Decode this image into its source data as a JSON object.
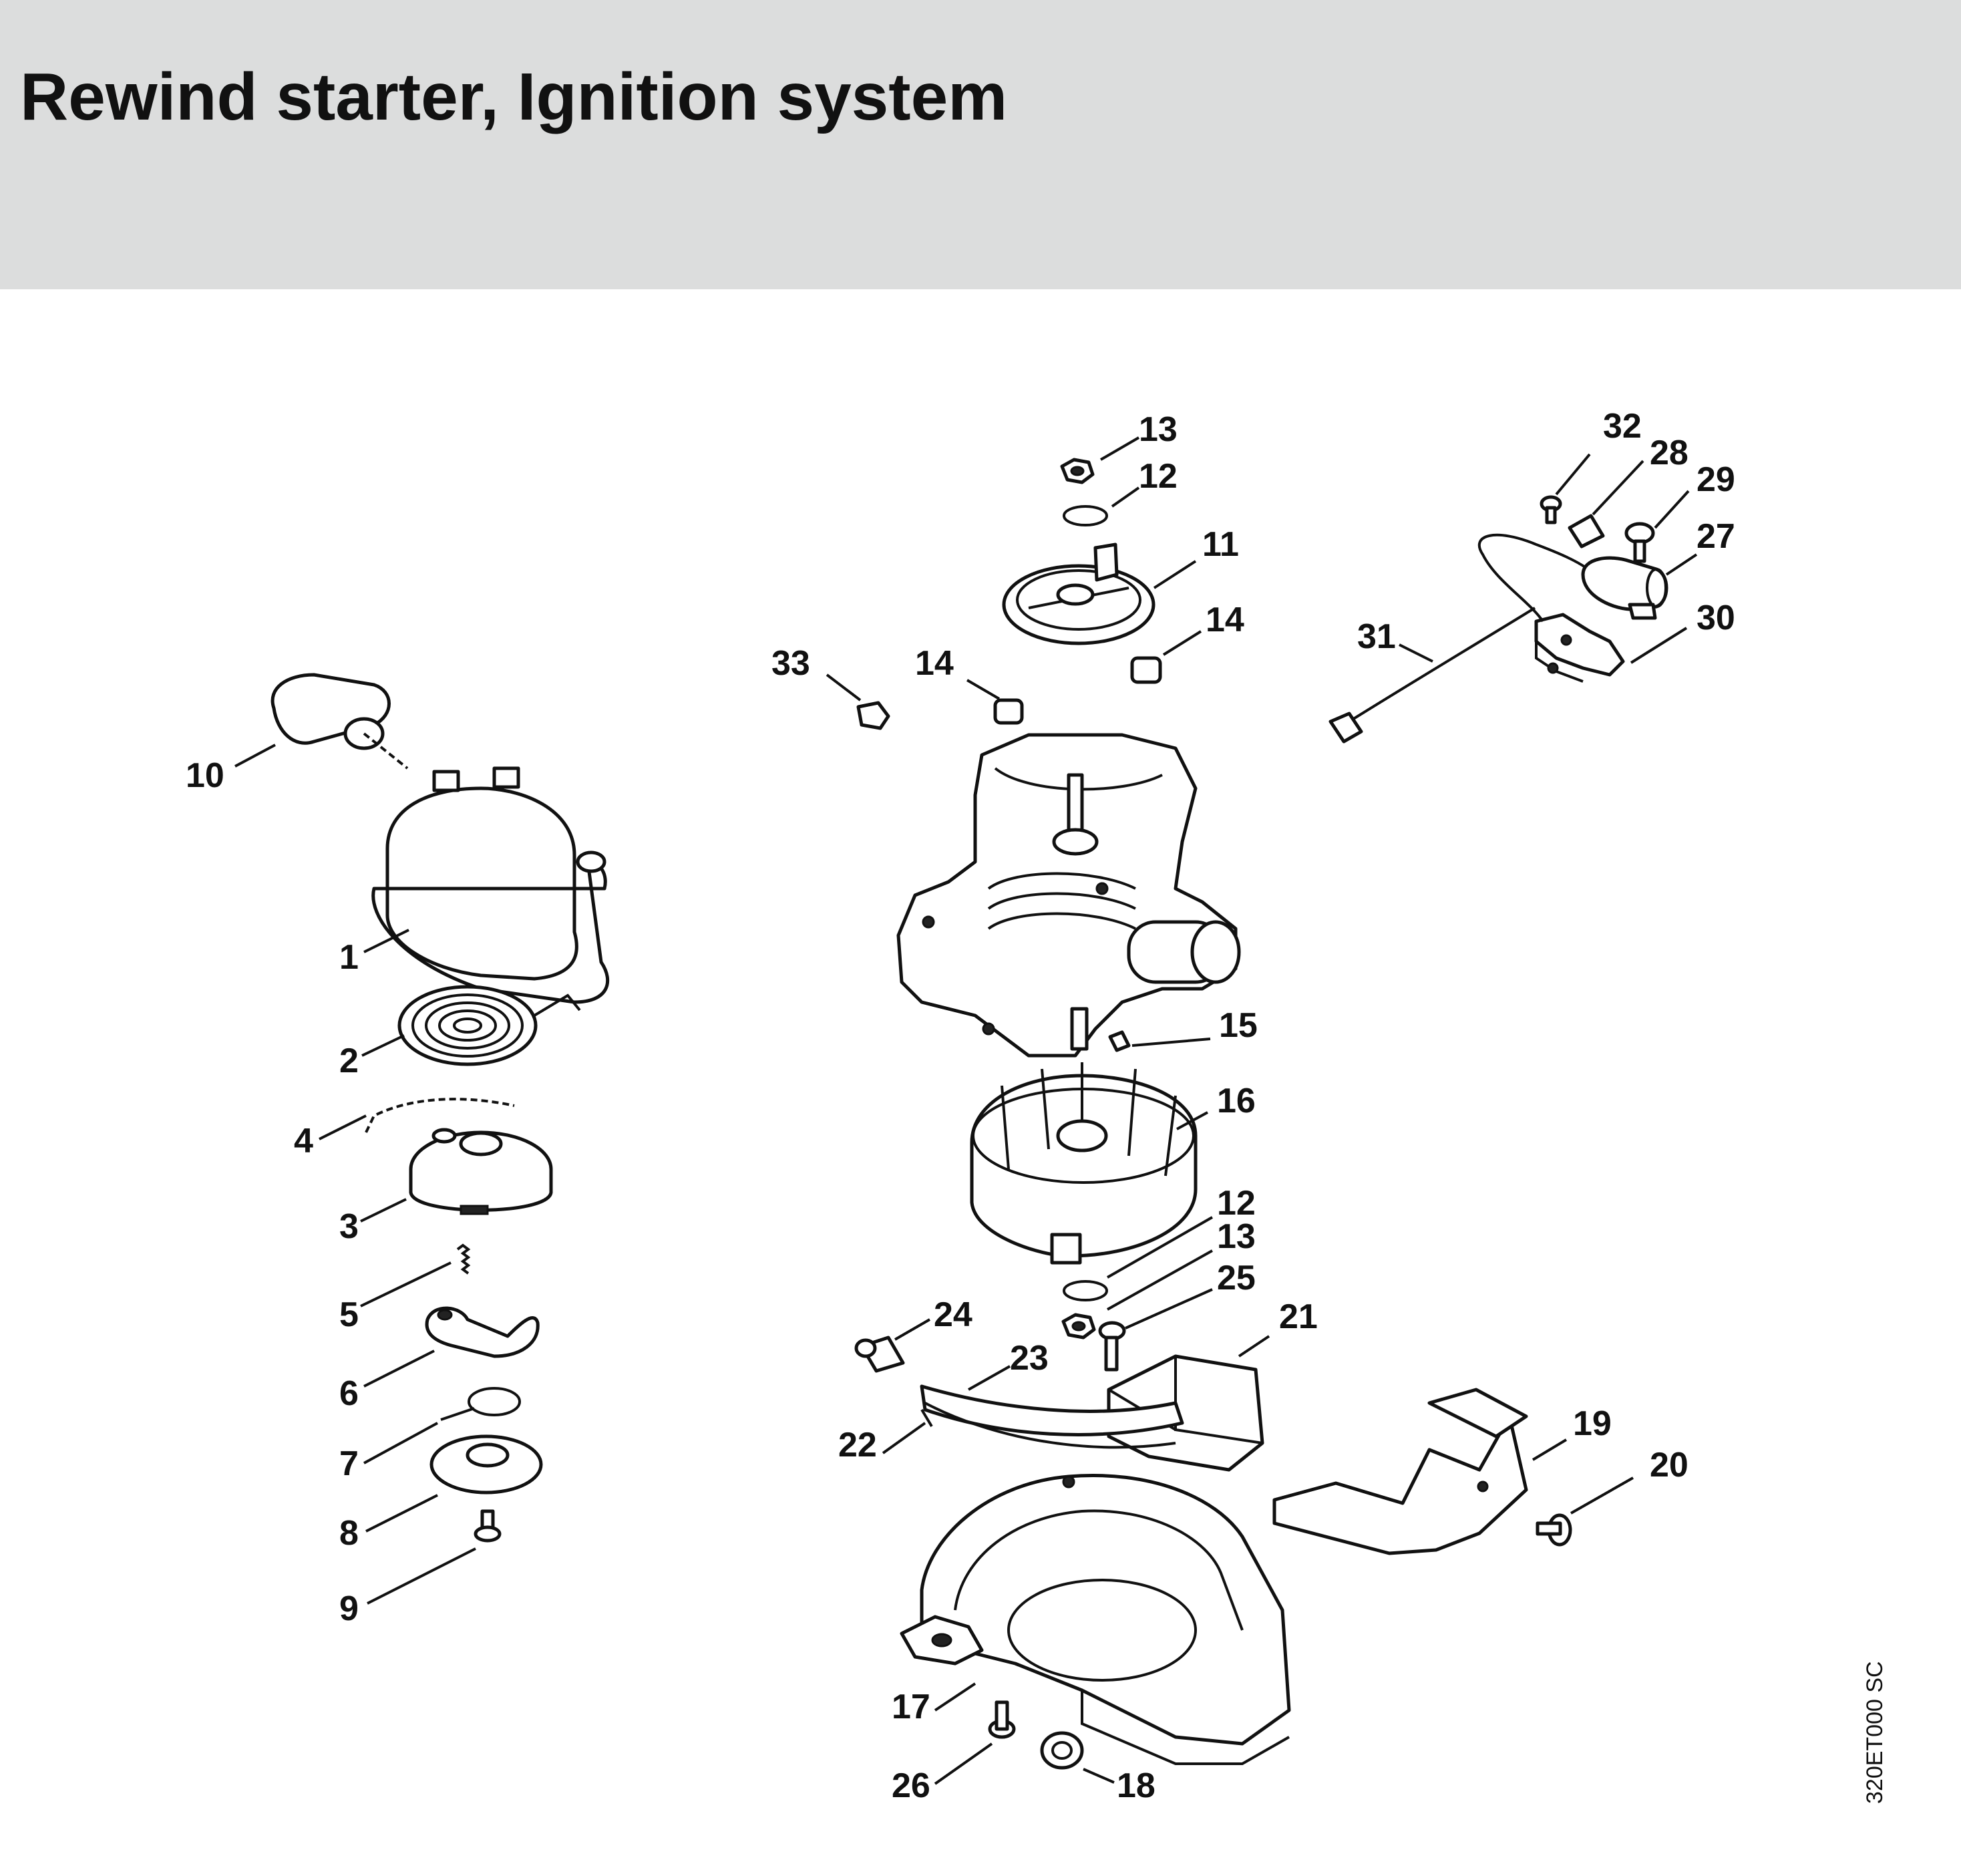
{
  "page": {
    "title": "Rewind starter, Ignition system",
    "drawing_code": "320ET000 SC"
  },
  "callouts": [
    "1",
    "2",
    "3",
    "4",
    "5",
    "6",
    "7",
    "8",
    "9",
    "10",
    "11",
    "12",
    "12",
    "13",
    "13",
    "14",
    "14",
    "15",
    "16",
    "17",
    "18",
    "19",
    "20",
    "21",
    "22",
    "23",
    "24",
    "25",
    "26",
    "27",
    "28",
    "29",
    "30",
    "31",
    "32",
    "33"
  ],
  "colors": {
    "header_band": "#dcdddd",
    "ink": "#111111",
    "background": "#ffffff"
  }
}
